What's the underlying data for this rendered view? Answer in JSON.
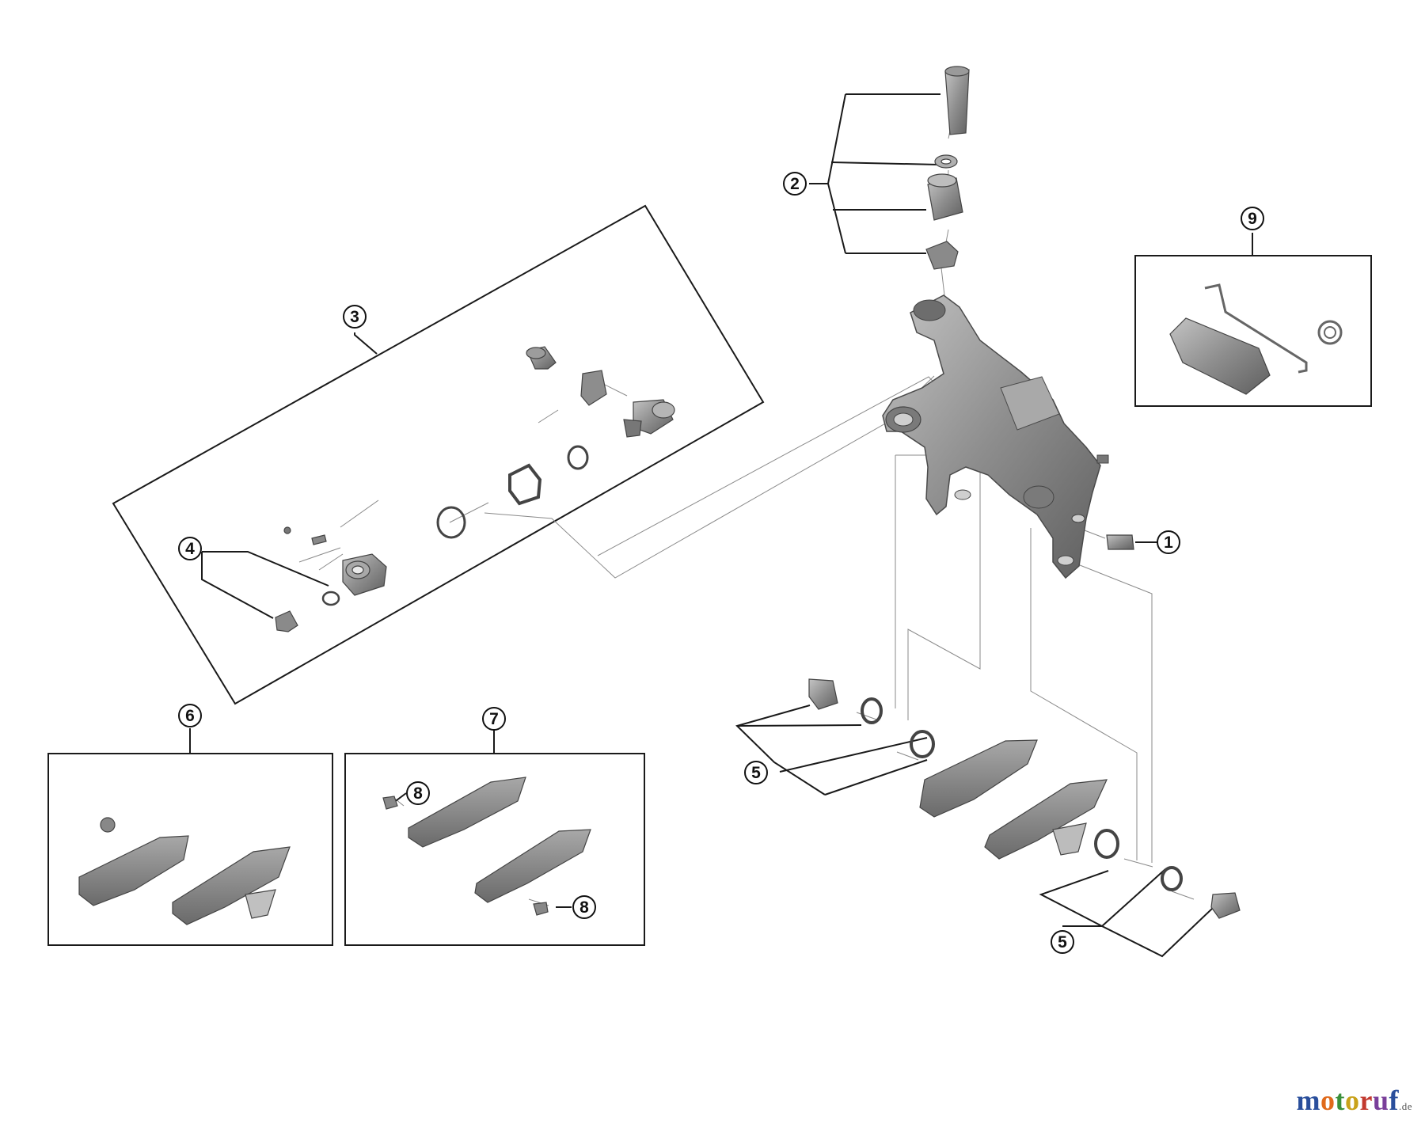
{
  "callouts": {
    "c1": "1",
    "c2": "2",
    "c3": "3",
    "c4": "4",
    "c5a": "5",
    "c5b": "5",
    "c6": "6",
    "c7": "7",
    "c8a": "8",
    "c8b": "8",
    "c9": "9"
  },
  "watermark": {
    "text": "motoruf",
    "tld": ".de",
    "colors": [
      "#2a4f9c",
      "#e06a1b",
      "#3a8f3a",
      "#c9a21a",
      "#c23a2f",
      "#7a3f9a",
      "#2a4f9c"
    ]
  },
  "colors": {
    "line": "#1a1a1a",
    "guide": "#888888",
    "part_fill": "#8d8d8d",
    "part_light": "#b9b9b9",
    "part_dark": "#5d5d5d"
  }
}
